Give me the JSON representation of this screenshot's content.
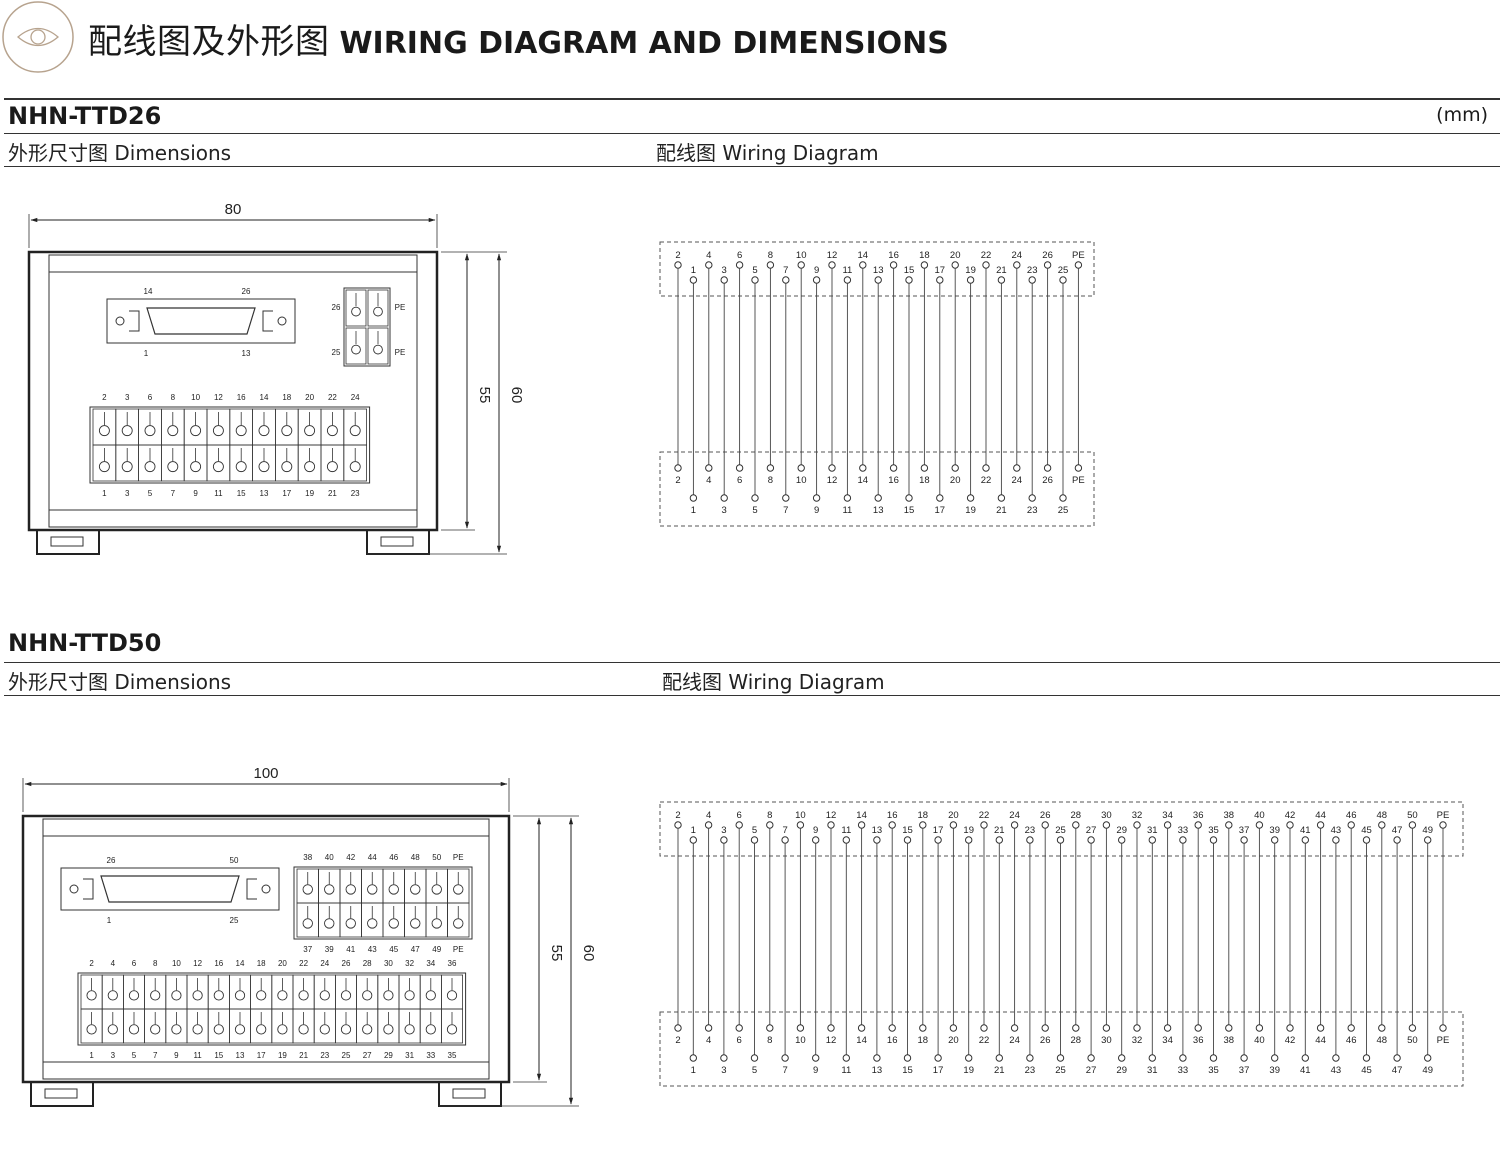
{
  "header": {
    "title_cn": "配线图及外形图",
    "title_en": "WIRING DIAGRAM AND DIMENSIONS",
    "logo_icon": "eye-logo-icon"
  },
  "units": "(mm)",
  "sections": [
    {
      "model": "NHN-TTD26",
      "dimensions_label": "外形尺寸图 Dimensions",
      "wiring_label": "配线图 Wiring Diagram",
      "dims": {
        "width": "80",
        "height_inner": "55",
        "height_outer": "60"
      },
      "connector_labels": {
        "top_left": "14",
        "top_right": "26",
        "bottom_left": "1",
        "bottom_right": "13"
      },
      "side_terminals": {
        "top_left": "26",
        "top_right": "PE",
        "bottom_left": "25",
        "bottom_right": "PE"
      },
      "terminal_top_labels": [
        "2",
        "3",
        "6",
        "8",
        "10",
        "12",
        "16",
        "14",
        "18",
        "20",
        "22",
        "24"
      ],
      "terminal_bottom_labels": [
        "1",
        "3",
        "5",
        "7",
        "9",
        "11",
        "15",
        "13",
        "17",
        "19",
        "21",
        "23"
      ],
      "wiring_even": [
        "2",
        "4",
        "6",
        "8",
        "10",
        "12",
        "14",
        "16",
        "18",
        "20",
        "22",
        "24",
        "26",
        "PE"
      ],
      "wiring_odd": [
        "1",
        "3",
        "5",
        "7",
        "9",
        "11",
        "13",
        "15",
        "17",
        "19",
        "21",
        "23",
        "25"
      ]
    },
    {
      "model": "NHN-TTD50",
      "dimensions_label": "外形尺寸图 Dimensions",
      "wiring_label": "配线图 Wiring Diagram",
      "dims": {
        "width": "100",
        "height_inner": "55",
        "height_outer": "60"
      },
      "connector_labels": {
        "top_left": "26",
        "top_right": "50",
        "bottom_left": "1",
        "bottom_right": "25"
      },
      "upper_block_top_labels": [
        "38",
        "40",
        "42",
        "44",
        "46",
        "48",
        "50",
        "PE"
      ],
      "upper_block_bottom_labels": [
        "37",
        "39",
        "41",
        "43",
        "45",
        "47",
        "49",
        "PE"
      ],
      "terminal_top_labels": [
        "2",
        "4",
        "6",
        "8",
        "10",
        "12",
        "16",
        "14",
        "18",
        "20",
        "22",
        "24",
        "26",
        "28",
        "30",
        "32",
        "34",
        "36"
      ],
      "terminal_bottom_labels": [
        "1",
        "3",
        "5",
        "7",
        "9",
        "11",
        "15",
        "13",
        "17",
        "19",
        "21",
        "23",
        "25",
        "27",
        "29",
        "31",
        "33",
        "35"
      ],
      "wiring_even": [
        "2",
        "4",
        "6",
        "8",
        "10",
        "12",
        "14",
        "16",
        "18",
        "20",
        "22",
        "24",
        "26",
        "28",
        "30",
        "32",
        "34",
        "36",
        "38",
        "40",
        "42",
        "44",
        "46",
        "48",
        "50",
        "PE"
      ],
      "wiring_odd": [
        "1",
        "3",
        "5",
        "7",
        "9",
        "11",
        "13",
        "15",
        "17",
        "19",
        "21",
        "23",
        "25",
        "27",
        "29",
        "31",
        "33",
        "35",
        "37",
        "39",
        "41",
        "43",
        "45",
        "47",
        "49"
      ]
    }
  ]
}
